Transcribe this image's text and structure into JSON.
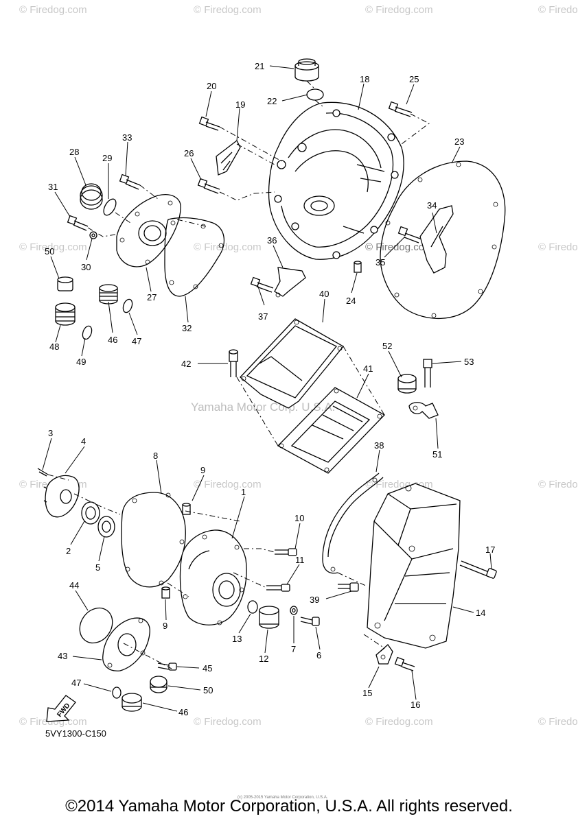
{
  "watermark": "© Firedog.com",
  "center_watermark": "Yamaha Motor Corp. U.S.A.",
  "diagram_code": "5VY1300-C150",
  "fwd_label": "FWD",
  "copyright": "©2014 Yamaha Motor Corporation, U.S.A. All rights reserved.",
  "tiny_copyright": "(c) 2005-2015 Yamaha Motor Corporation, U.S.A.",
  "callouts": {
    "n1": "1",
    "n2": "2",
    "n3": "3",
    "n4": "4",
    "n5": "5",
    "n6": "6",
    "n7": "7",
    "n8": "8",
    "n9a": "9",
    "n9b": "9",
    "n10": "10",
    "n11": "11",
    "n12": "12",
    "n13": "13",
    "n14": "14",
    "n15": "15",
    "n16": "16",
    "n17": "17",
    "n18": "18",
    "n19": "19",
    "n20": "20",
    "n21": "21",
    "n22": "22",
    "n23": "23",
    "n24": "24",
    "n25": "25",
    "n26": "26",
    "n27": "27",
    "n28": "28",
    "n29": "29",
    "n30": "30",
    "n31": "31",
    "n32": "32",
    "n33": "33",
    "n34": "34",
    "n35": "35",
    "n36": "36",
    "n37": "37",
    "n38": "38",
    "n39": "39",
    "n40": "40",
    "n41": "41",
    "n42": "42",
    "n43": "43",
    "n44": "44",
    "n45": "45",
    "n46a": "46",
    "n46b": "46",
    "n47a": "47",
    "n47b": "47",
    "n48": "48",
    "n49": "49",
    "n50a": "50",
    "n50b": "50",
    "n51": "51",
    "n52": "52",
    "n53": "53"
  }
}
